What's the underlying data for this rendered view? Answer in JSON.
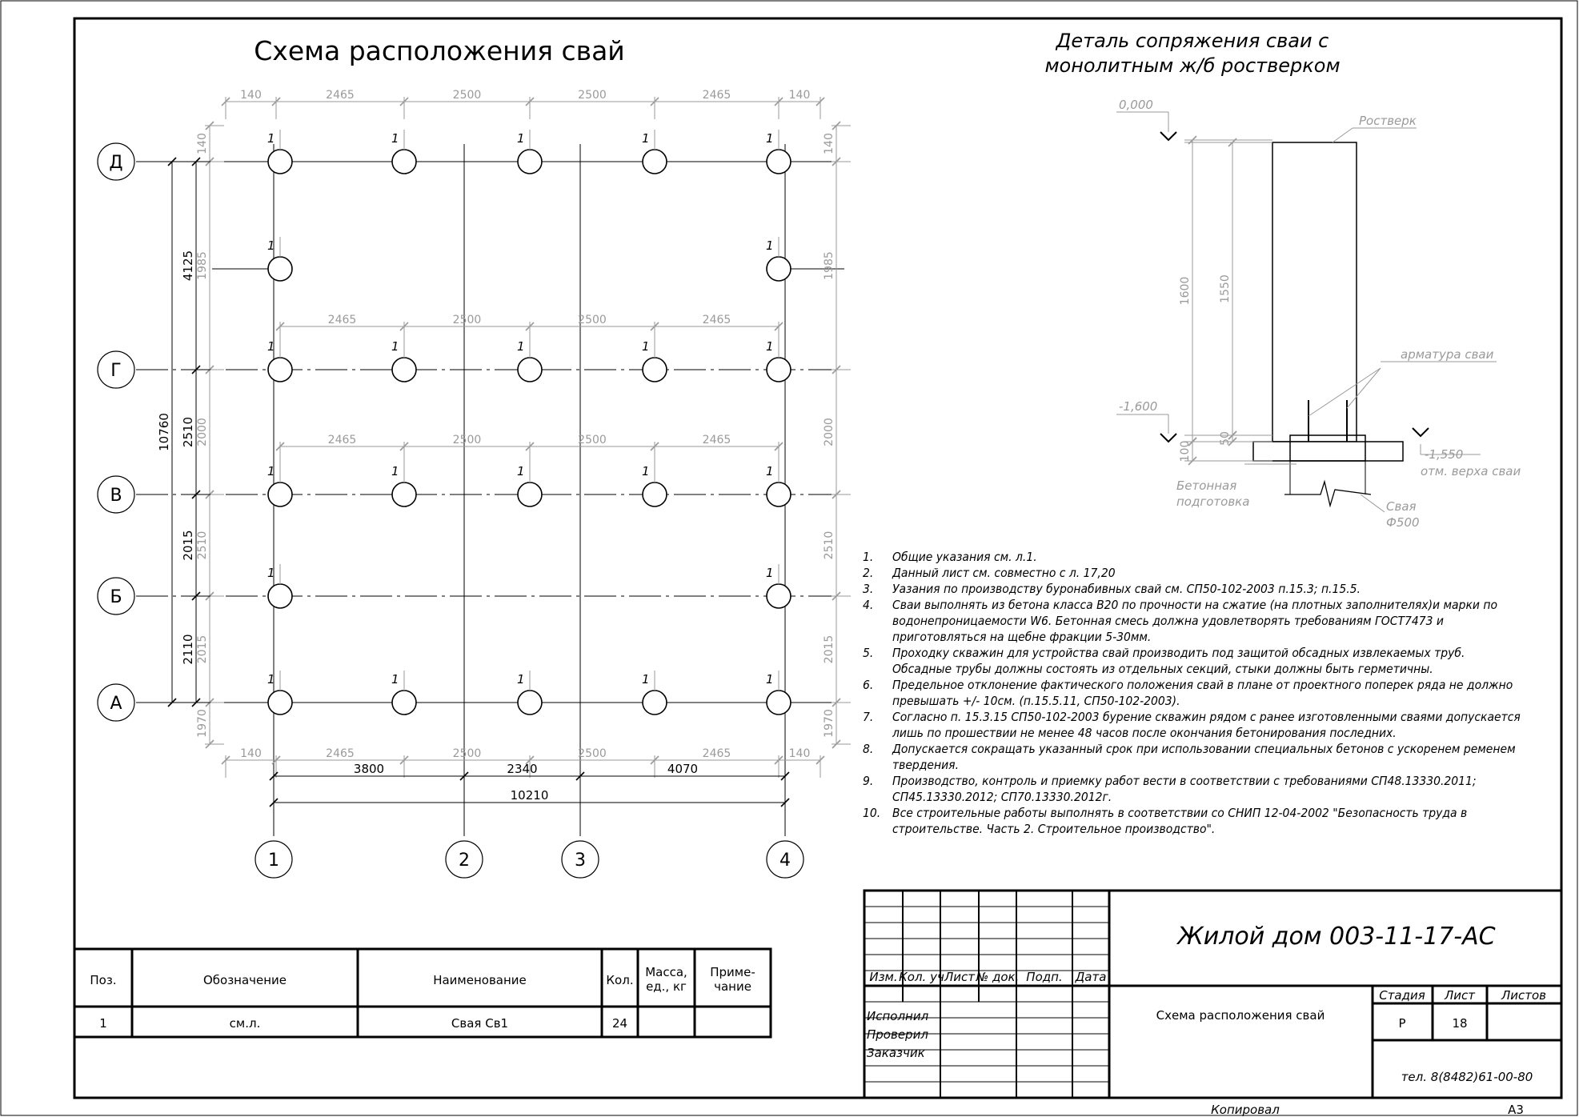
{
  "plan": {
    "title": "Схема расположения свай",
    "rows": [
      "Д",
      "Г",
      "В",
      "Б",
      "А"
    ],
    "cols": [
      "1",
      "2",
      "3",
      "4"
    ],
    "pile_mark": "1",
    "top_dims": [
      "140",
      "2465",
      "2500",
      "2500",
      "2465",
      "140"
    ],
    "bottom_dims": [
      "140",
      "2465",
      "2500",
      "2500",
      "2465",
      "140"
    ],
    "inner_dims": [
      "2465",
      "2500",
      "2500",
      "2465"
    ],
    "right_dims": [
      "140",
      "1985",
      "2000",
      "2510",
      "2015",
      "1970",
      "140"
    ],
    "left_dims": [
      "140",
      "1985",
      "2000",
      "2510",
      "2015",
      "1970",
      "140"
    ],
    "left_axis_dims": [
      "4125",
      "2510",
      "2015",
      "2110"
    ],
    "left_total": "10760",
    "bottom_axis_dims": [
      "3800",
      "2340",
      "4070"
    ],
    "bottom_total": "10210"
  },
  "detail": {
    "title_line1": "Деталь сопряжения сваи с",
    "title_line2": "монолитным ж/б ростверком",
    "level_top": "0,000",
    "level_bottom": "-1,600",
    "level_pile": "-1,550",
    "level_pile_label": "отм. верха сваи",
    "grillage": "Ростверк",
    "reinforcement": "арматура сваи",
    "concrete_line1": "Бетонная",
    "concrete_line2": "подготовка",
    "pile_line1": "Свая",
    "pile_line2": "Ф500",
    "dim_1600": "1600",
    "dim_1550": "1550",
    "dim_50": "50",
    "dim_100": "100"
  },
  "notes": [
    {
      "num": "1.",
      "text": "Общие указания см. л.1."
    },
    {
      "num": "2.",
      "text": "Данный лист см. совместно с л. 17,20"
    },
    {
      "num": "3.",
      "text": "Уазания по производству буронабивных свай см. СП50-102-2003 п.15.3; п.15.5."
    },
    {
      "num": "4.",
      "text": "Сваи выполнять из бетона класса В20 по прочности на сжатие (на плотных заполнителях)и марки по водонепроницаемости W6. Бетонная смесь должна удовлетворять требованиям ГОСТ7473 и приготовляться на щебне фракции 5-30мм."
    },
    {
      "num": "5.",
      "text": "Проходку скважин для устройства свай производить под защитой обсадных извлекаемых труб. Обсадные трубы должны состоять из отдельных секций, стыки должны быть герметичны."
    },
    {
      "num": "6.",
      "text": "Предельное отклонение фактического положения свай в плане от проектного поперек ряда не должно превышать +/- 10см. (п.15.5.11, СП50-102-2003)."
    },
    {
      "num": "7.",
      "text": "Согласно п. 15.3.15 СП50-102-2003 бурение скважин рядом с ранее изготовленными сваями допускается лишь по прошествии не менее 48 часов после окончания бетонирования последних."
    },
    {
      "num": "8.",
      "text": "Допускается сокращать указанный срок при использовании специальных бетонов с ускоренем ременем твердения."
    },
    {
      "num": "9.",
      "text": "Производство, контроль и приемку работ вести в соответствии с требованиями СП48.13330.2011; СП45.13330.2012; СП70.13330.2012г."
    },
    {
      "num": "10.",
      "text": "Все строительные работы выполнять в соответствии со СНИП 12-04-2002 \"Безопасность труда в строительстве. Часть 2. Строительное производство\"."
    }
  ],
  "spec": {
    "headers": [
      "Поз.",
      "Обозначение",
      "Наименование",
      "Кол.",
      "Масса, ед., кг",
      "Приме- чание"
    ],
    "rows": [
      [
        "1",
        "см.л.",
        "Свая Св1",
        "24",
        "",
        ""
      ]
    ]
  },
  "title_block": {
    "project": "Жилой дом 003-11-17-АС",
    "sheet_title": "Схема расположения свай",
    "col_heads": [
      "Изм.",
      "Кол. уч",
      "Лист",
      "№ док.",
      "Подп.",
      "Дата"
    ],
    "roles": [
      "Исполнил",
      "Проверил",
      "Заказчик"
    ],
    "stage_label": "Стадия",
    "sheet_label": "Лист",
    "sheets_label": "Листов",
    "stage": "Р",
    "sheet": "18",
    "sheets": "",
    "phone": "тел. 8(8482)61-00-80",
    "copied": "Копировал",
    "format": "А3"
  }
}
